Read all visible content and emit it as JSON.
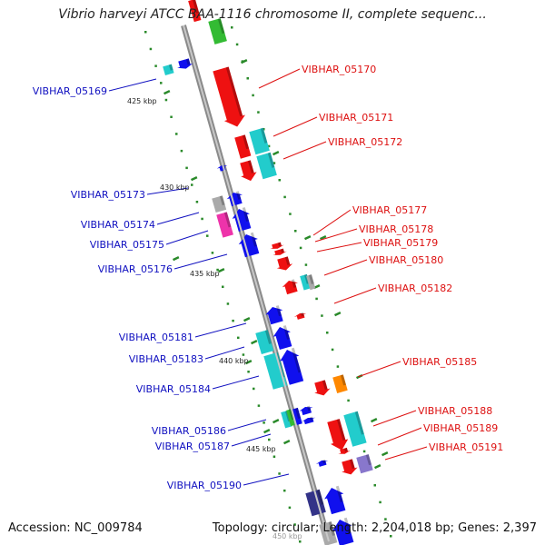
{
  "header": {
    "title": "Vibrio harveyi ATCC BAA-1116 chromosome II, complete sequenc..."
  },
  "footer": {
    "accession": "Accession: NC_009784",
    "summary": "Topology: circular; Length: 2,204,018 bp; Genes: 2,397"
  },
  "map": {
    "kbp_ticks": [
      "425 kbp",
      "430 kbp",
      "435 kbp",
      "440 kbp",
      "445 kbp",
      "450 kbp"
    ],
    "left_labels": [
      "VIBHAR_05169",
      "VIBHAR_05173",
      "VIBHAR_05174",
      "VIBHAR_05175",
      "VIBHAR_05176",
      "VIBHAR_05181",
      "VIBHAR_05183",
      "VIBHAR_05184",
      "VIBHAR_05186",
      "VIBHAR_05187",
      "VIBHAR_05190"
    ],
    "right_labels": [
      "VIBHAR_05170",
      "VIBHAR_05171",
      "VIBHAR_05172",
      "VIBHAR_05177",
      "VIBHAR_05178",
      "VIBHAR_05179",
      "VIBHAR_05180",
      "VIBHAR_05182",
      "VIBHAR_05185",
      "VIBHAR_05188",
      "VIBHAR_05189",
      "VIBHAR_05191"
    ]
  },
  "colors": {
    "left_label": "#1010c0",
    "right_label": "#dd1010",
    "backbone": "#8a8a8a",
    "gc_dots": "#2a8a2a",
    "gene_red": "#ee1111",
    "gene_blue": "#1010ee",
    "gene_cyan": "#22cccc",
    "gene_green": "#33bb33",
    "gene_gray": "#aaaaaa",
    "gene_magenta": "#ee33aa",
    "gene_orange": "#ff8800",
    "gene_violet": "#8877cc",
    "gene_navy": "#333388"
  }
}
